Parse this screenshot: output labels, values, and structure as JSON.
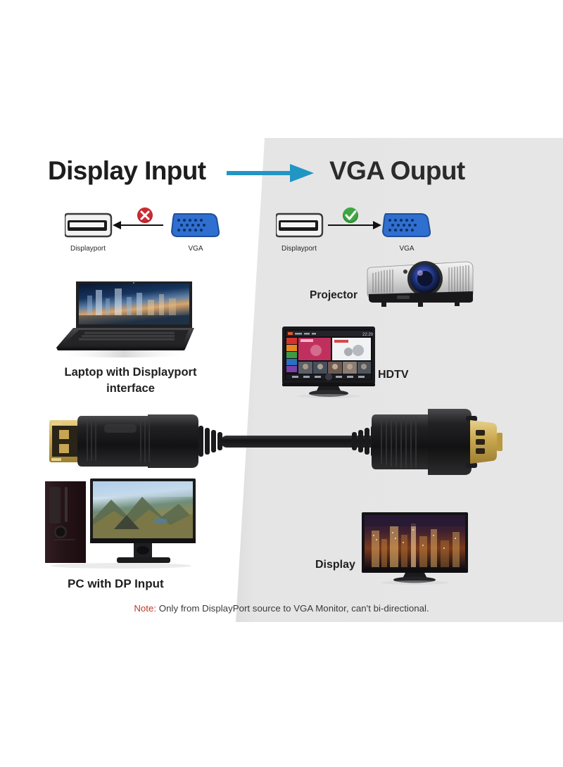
{
  "headings": {
    "left": "Display Input",
    "right": "VGA Ouput"
  },
  "arrow": {
    "name": "flow-arrow",
    "color": "#2196c4",
    "direction": "right"
  },
  "port_diagram": {
    "left": {
      "source_label": "Displayport",
      "target_label": "VGA",
      "status_icon": "cross-icon",
      "status_color": "#c0202a",
      "arrow_direction": "left",
      "allowed": false
    },
    "right": {
      "source_label": "Displayport",
      "target_label": "VGA",
      "status_icon": "check-icon",
      "status_color": "#3ea741",
      "arrow_direction": "right",
      "allowed": true
    }
  },
  "devices": {
    "laptop_label": "Laptop with Displayport interface",
    "pc_label": "PC with DP Input",
    "projector_label": "Projector",
    "hdtv_label": "HDTV",
    "display_label": "Display"
  },
  "note": {
    "keyword": "Note:",
    "text": " Only from DisplayPort source to VGA Monitor, can't bi-directional."
  },
  "colors": {
    "background": "#ffffff",
    "panel": "#e4e4e4",
    "vga_blue": "#2f6fd0",
    "accent": "#2196c4",
    "note_red": "#c0392b"
  }
}
